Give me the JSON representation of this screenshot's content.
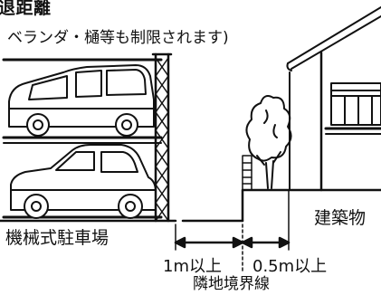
{
  "title": "退距離",
  "note": "ベランダ・樋等も制限されます)",
  "labels": {
    "parking": "機械式駐車場",
    "building": "建築物",
    "distance_left": "1m以上",
    "distance_right": "0.5m以上",
    "boundary": "隣地境界線"
  },
  "colors": {
    "line": "#111111",
    "background": "#ffffff"
  }
}
